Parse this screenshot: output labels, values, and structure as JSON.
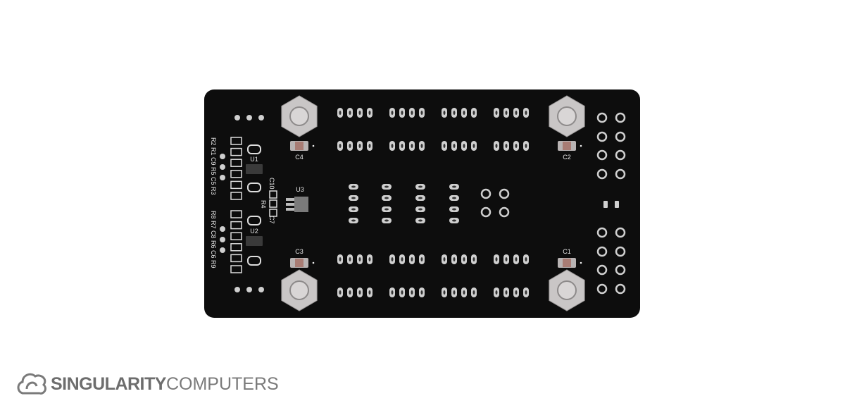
{
  "pcb": {
    "colors": {
      "board": "#0d0d0d",
      "pad": "#cfcfcf",
      "silk": "#e8e8e8",
      "standoff": "#c9c6c6"
    },
    "labels": {
      "u1": "U1",
      "u2": "U2",
      "u3": "U3",
      "c1": "C1",
      "c2": "C2",
      "c3": "C3",
      "c4": "C4",
      "c10": "C10",
      "r4": "R4",
      "c7": "C7",
      "left_top_group": "R2 R1 C9 R5 C5 R3",
      "left_bottom_group": "R8 R7 C8 R6 C6 R9"
    }
  },
  "brand": {
    "bold": "SINGULARITY",
    "light": "COMPUTERS",
    "icon": "swirl-cloud-icon"
  }
}
